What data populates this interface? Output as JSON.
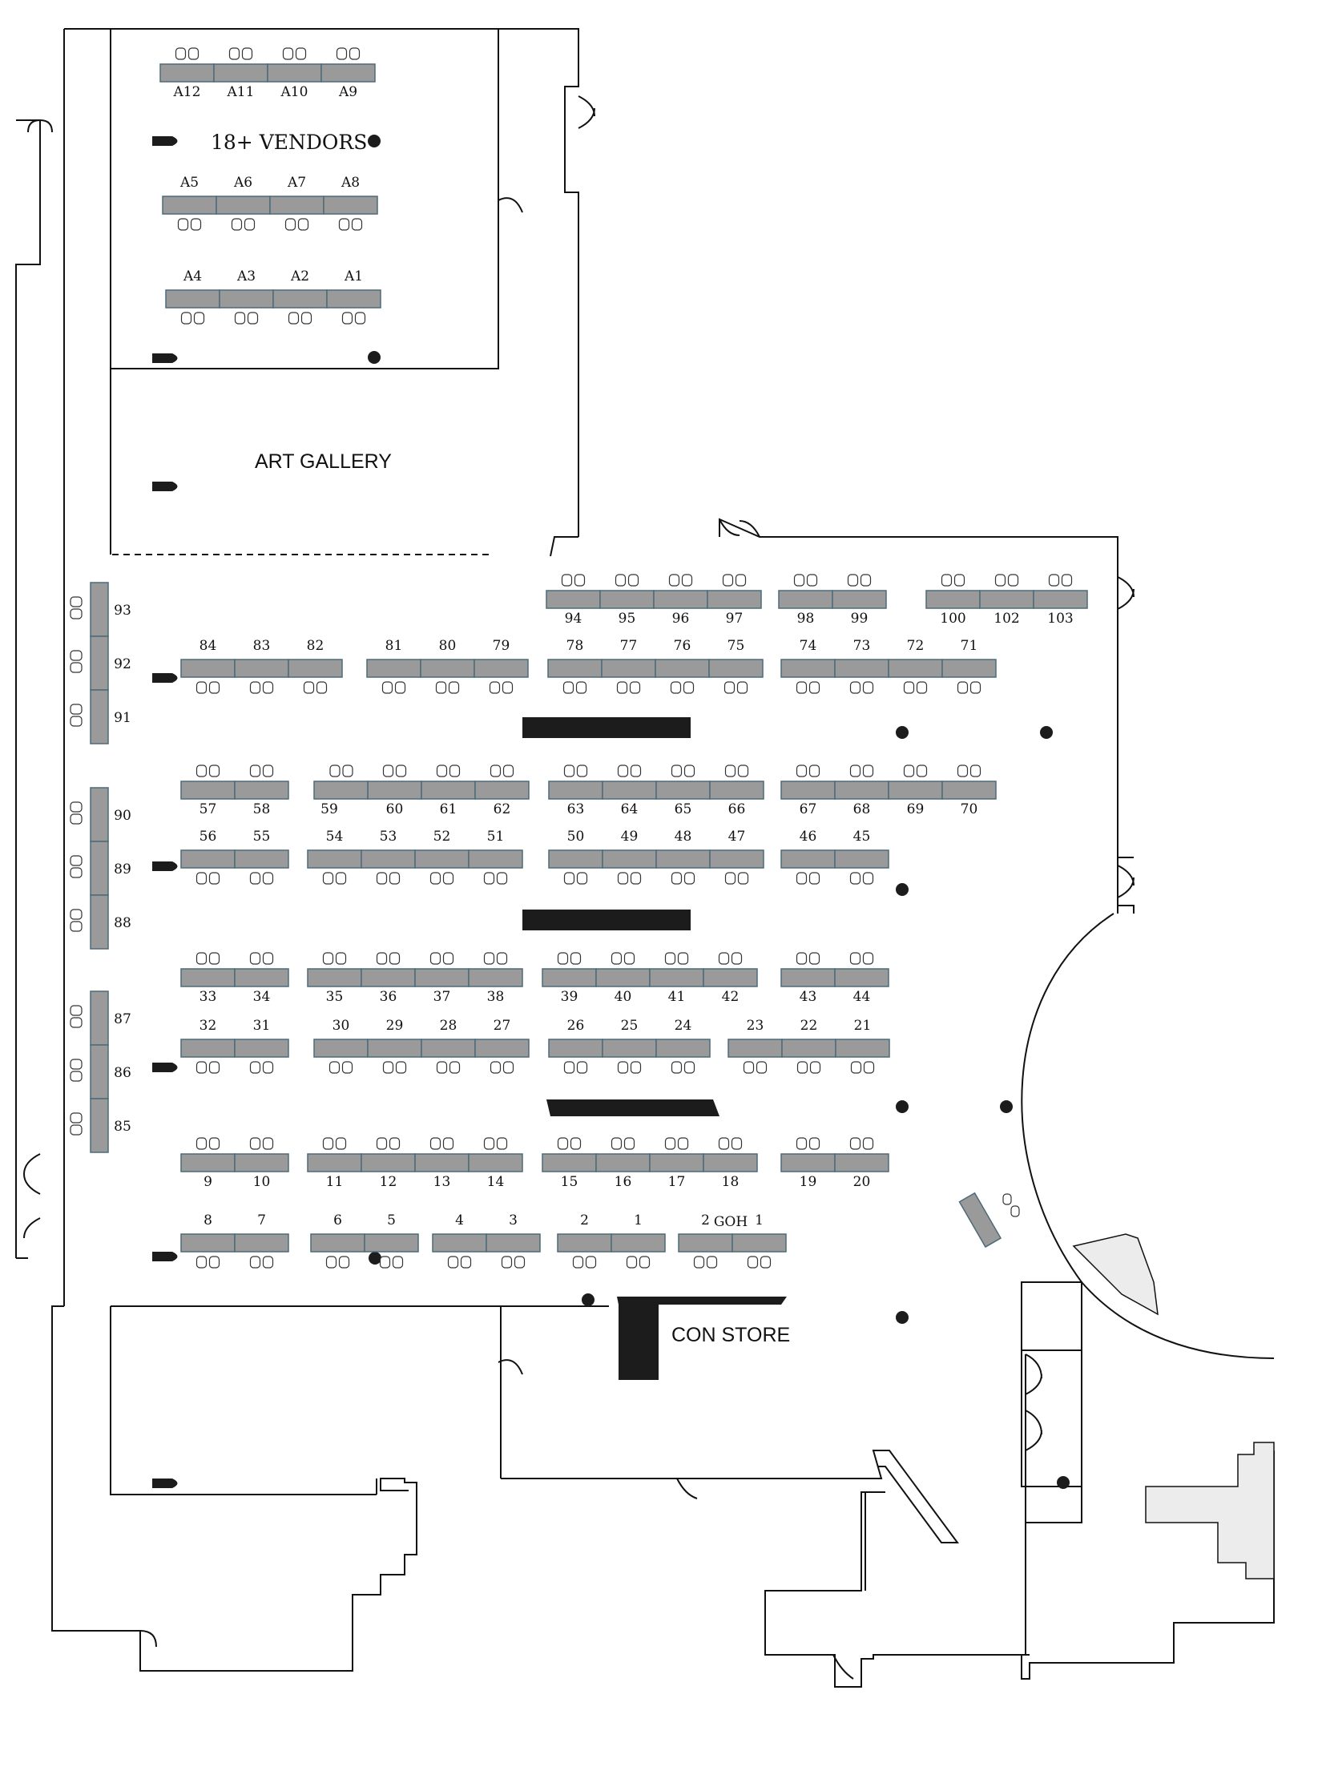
{
  "areas": {
    "vendors_18": "18+ VENDORS",
    "art_gallery": "ART GALLERY",
    "con_store": "CON STORE"
  },
  "booths": {
    "row_a_top": [
      "A12",
      "A11",
      "A10",
      "A9"
    ],
    "row_a_mid": [
      "A5",
      "A6",
      "A7",
      "A8"
    ],
    "row_a_bot": [
      "A4",
      "A3",
      "A2",
      "A1"
    ],
    "row_94_103": [
      "94",
      "95",
      "96",
      "97",
      "98",
      "99",
      "100",
      "102",
      "103"
    ],
    "row_84_71": [
      "84",
      "83",
      "82",
      "81",
      "80",
      "79",
      "78",
      "77",
      "76",
      "75",
      "74",
      "73",
      "72",
      "71"
    ],
    "row_57_70": [
      "57",
      "58",
      "60",
      "61",
      "62",
      "63",
      "64",
      "65",
      "66",
      "67",
      "68",
      "69",
      "70"
    ],
    "row_59": "59",
    "row_56_45": [
      "56",
      "55",
      "54",
      "53",
      "52",
      "51",
      "50",
      "49",
      "48",
      "47",
      "46",
      "45"
    ],
    "row_33_44": [
      "33",
      "34",
      "35",
      "36",
      "37",
      "38",
      "39",
      "40",
      "41",
      "42",
      "43",
      "44"
    ],
    "row_32_21": [
      "32",
      "31",
      "30",
      "29",
      "28",
      "27",
      "26",
      "25",
      "24",
      "23",
      "22",
      "21"
    ],
    "row_9_20": [
      "9",
      "10",
      "11",
      "12",
      "13",
      "14",
      "15",
      "16",
      "17",
      "18",
      "19",
      "20"
    ],
    "row_8_1": [
      "8",
      "7",
      "6",
      "5",
      "4",
      "3",
      "2",
      "1",
      "2",
      "1"
    ],
    "goh": "GOH",
    "wall_booths": [
      "93",
      "92",
      "91",
      "90",
      "89",
      "88",
      "87",
      "86",
      "85"
    ]
  }
}
